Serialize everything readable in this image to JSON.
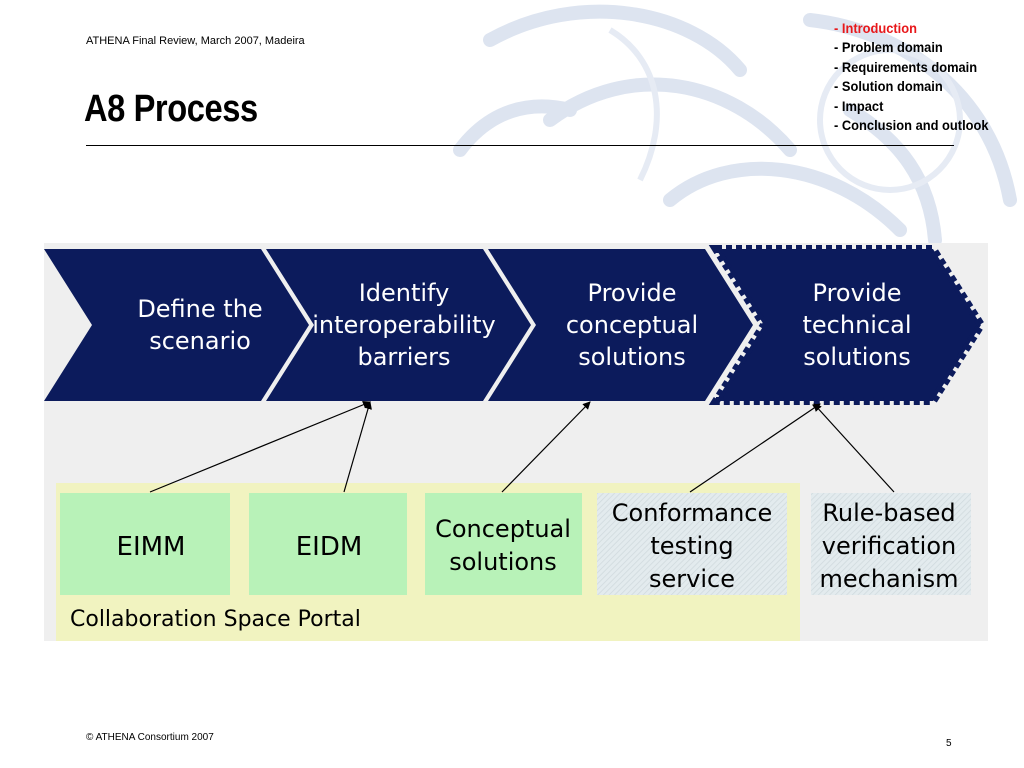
{
  "header": {
    "meta": "ATHENA Final Review, March 2007, Madeira",
    "title": "A8 Process"
  },
  "agenda": {
    "items": [
      "- Introduction",
      "- Problem domain",
      "- Requirements domain",
      "- Solution domain",
      "- Impact",
      "- Conclusion and outlook"
    ],
    "active_index": 0,
    "active_color": "#e8181b"
  },
  "diagram": {
    "colors": {
      "chevron_fill": "#0c1b5c",
      "component_fill": "#b8f2b8",
      "component_fill_hatched": "#dfe8ea",
      "portal_fill": "#f1f3c0",
      "panel_fill": "#efefef"
    },
    "steps": [
      {
        "lines": [
          "Define the",
          "scenario"
        ]
      },
      {
        "lines": [
          "Identify",
          "interoperability",
          "barriers"
        ]
      },
      {
        "lines": [
          "Provide",
          "conceptual",
          "solutions"
        ]
      },
      {
        "lines": [
          "Provide",
          "technical",
          "solutions"
        ]
      }
    ],
    "components": [
      {
        "lines": [
          "EIMM"
        ],
        "supports_step": 1
      },
      {
        "lines": [
          "EIDM"
        ],
        "supports_step": 1
      },
      {
        "lines": [
          "Conceptual",
          "solutions"
        ],
        "supports_step": 2
      },
      {
        "lines": [
          "Conformance",
          "testing",
          "service"
        ],
        "supports_step": 3
      },
      {
        "lines": [
          "Rule-based",
          "verification",
          "mechanism"
        ],
        "supports_step": 3
      }
    ],
    "portal_label": "Collaboration Space Portal"
  },
  "footer": {
    "copyright": "© ATHENA Consortium 2007",
    "page_number": "5"
  }
}
